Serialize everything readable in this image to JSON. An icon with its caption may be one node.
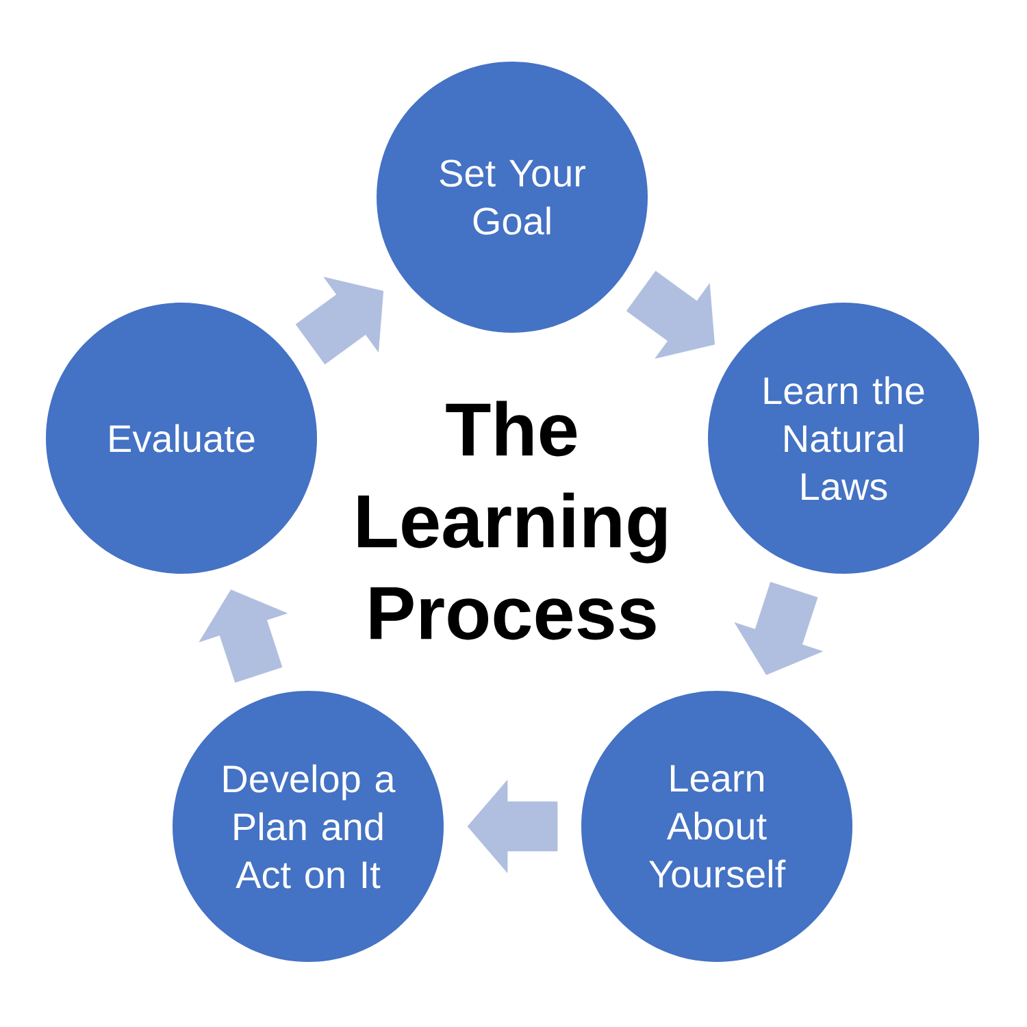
{
  "diagram": {
    "title": "The Learning Process",
    "nodes": [
      {
        "text": [
          "Set Your Goal"
        ]
      },
      {
        "text": [
          "Learn the Natural Laws"
        ]
      },
      {
        "text": [
          "Learn About Yourself"
        ]
      },
      {
        "text": [
          "Develop a Plan and Act on It"
        ]
      },
      {
        "text": [
          "Evaluate"
        ]
      }
    ],
    "edges": [
      {
        "from": 0,
        "to": 1,
        "arrow": "to"
      },
      {
        "from": 1,
        "to": 2,
        "arrow": "to"
      },
      {
        "from": 2,
        "to": 3,
        "arrow": "to"
      },
      {
        "from": 3,
        "to": 4,
        "arrow": "to"
      },
      {
        "from": 4,
        "to": 0,
        "arrow": "to"
      }
    ]
  }
}
